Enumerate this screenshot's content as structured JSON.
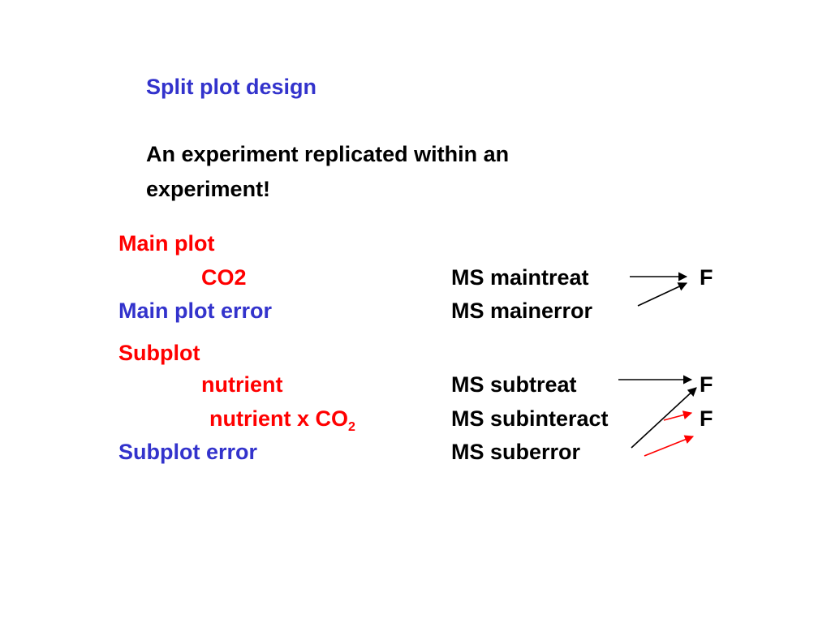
{
  "title": "Split plot design",
  "subtitle_line1": "An experiment replicated within an",
  "subtitle_line2": "experiment!",
  "main_plot": {
    "heading": "Main plot",
    "factor": "CO2",
    "factor_ms": "MS maintreat",
    "error_label": "Main plot error",
    "error_ms": "MS mainerror",
    "f_label": "F"
  },
  "subplot": {
    "heading": "Subplot",
    "factor": "nutrient",
    "factor_ms": "MS subtreat",
    "interaction_prefix": "nutrient x CO",
    "interaction_subscript": "2",
    "interaction_ms": "MS subinteract",
    "error_label": "Subplot error",
    "error_ms": "MS suberror",
    "f_label_1": "F",
    "f_label_2": "F"
  },
  "colors": {
    "title": "#3333cc",
    "section_heading": "#ff0000",
    "error_label": "#3333cc",
    "body": "#000000",
    "black_arrow": "#000000",
    "red_arrow": "#ff0000"
  }
}
